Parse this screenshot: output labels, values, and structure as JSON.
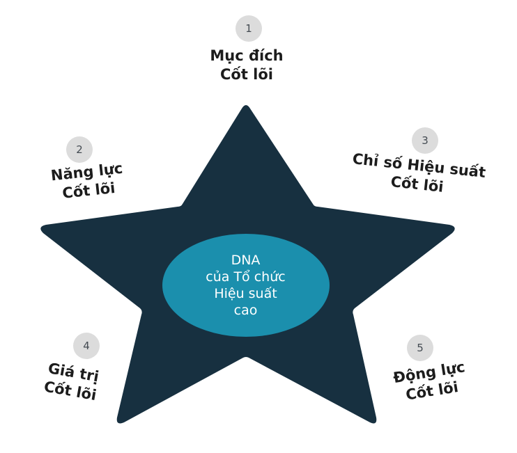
{
  "colors": {
    "star": "#173040",
    "center": "#1b8fad",
    "badge": "#dcdcdc"
  },
  "center": {
    "line1": "DNA",
    "line2": "của Tổ chức",
    "line3": "Hiệu suất",
    "line4": "cao"
  },
  "points": [
    {
      "number": "1",
      "line1": "Mục đích",
      "line2": "Cốt lõi"
    },
    {
      "number": "2",
      "line1": "Năng lực",
      "line2": "Cốt lõi"
    },
    {
      "number": "3",
      "line1": "Chỉ số Hiệu suất",
      "line2": "Cốt lõi"
    },
    {
      "number": "4",
      "line1": "Giá trị",
      "line2": "Cốt lõi"
    },
    {
      "number": "5",
      "line1": "Động lực",
      "line2": "Cốt lõi"
    }
  ]
}
